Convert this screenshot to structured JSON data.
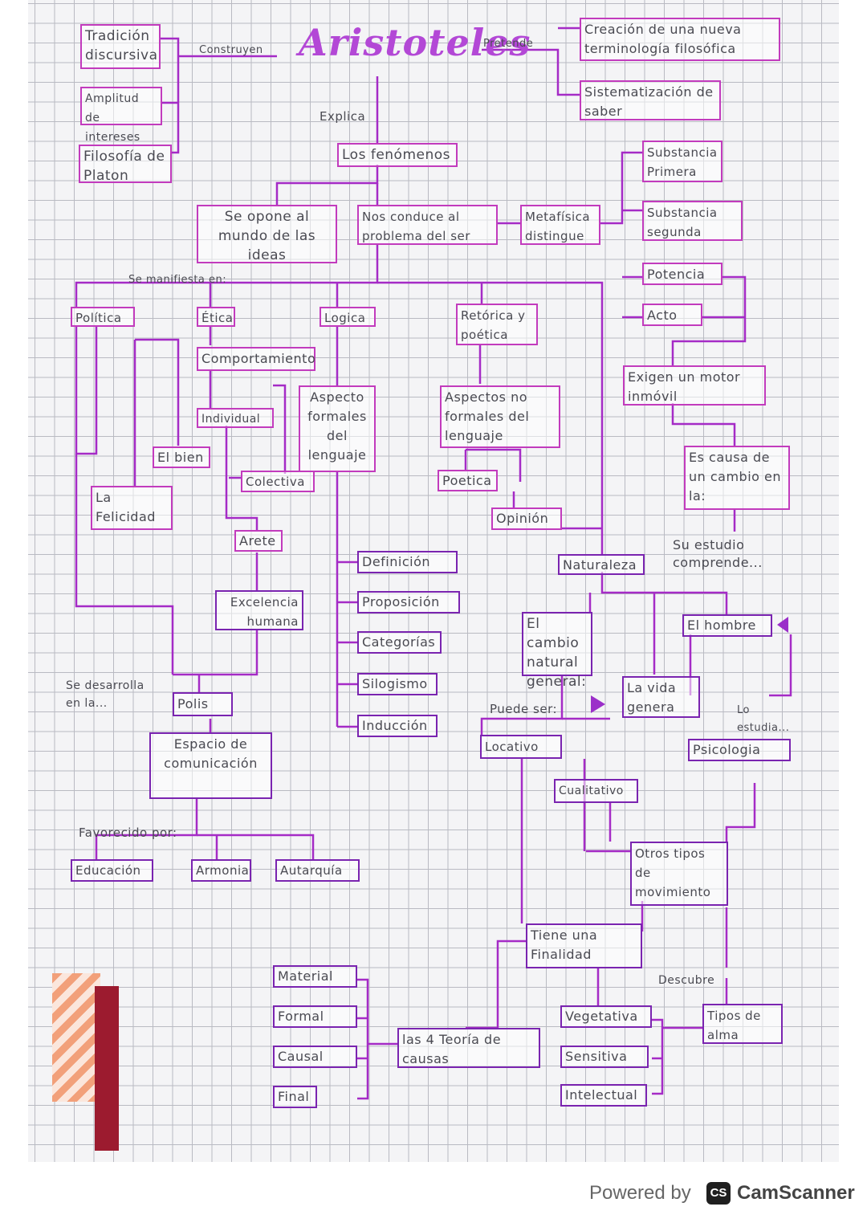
{
  "title": "Aristoteles",
  "labels": {
    "construyen": "Construyen",
    "pretende": "Pretende",
    "explica": "Explica",
    "se_manifiesta": "Se manifiesta en:",
    "se_desarrolla": "Se desarrolla en la...",
    "favorecido_por": "Favorecido por:",
    "puede_ser": "Puede ser:",
    "su_estudio": "Su estudio comprende...",
    "lo_estudia": "Lo estudia...",
    "descubre": "Descubre"
  },
  "nodes": {
    "tradicion": "Tradición discursiva",
    "amplitud": "Amplitud de intereses",
    "filosofia_platon": "Filosofía de Platon",
    "creacion": "Creación de una nueva terminología filosófica",
    "sistematizacion": "Sistematización de saber",
    "fenomenos": "Los fenómenos",
    "se_opone": "Se opone al mundo de las ideas",
    "nos_conduce": "Nos conduce al problema del ser",
    "metafisica": "Metafísica distingue",
    "substancia_primera": "Substancia Primera",
    "substancia_segunda": "Substancia segunda",
    "potencia": "Potencia",
    "acto": "Acto",
    "motor": "Exigen un motor inmóvil",
    "causa": "Es causa de un cambio en la:",
    "politica": "Política",
    "etica": "Ética",
    "logica": "Logica",
    "retorica": "Retórica y poética",
    "comportamiento": "Comportamiento",
    "individual": "Individual",
    "aspecto": "Aspecto formales del lenguaje",
    "aspectos_no": "Aspectos no formales del lenguaje",
    "el_bien": "El bien",
    "colectiva": "Colectiva",
    "poetica": "Poetica",
    "felicidad": "La Felicidad",
    "opinion": "Opinión",
    "arete": "Arete",
    "definicion": "Definición",
    "proposicion": "Proposición",
    "categorias": "Categorías",
    "silogismo": "Silogismo",
    "induccion": "Inducción",
    "excelencia": "Excelencia humana",
    "naturaleza": "Naturaleza",
    "cambio": "El cambio natural general:",
    "hombre": "El hombre",
    "vida": "La vida genera",
    "psicologia": "Psicologia",
    "polis": "Polis",
    "espacio": "Espacio de comunicación",
    "locativo": "Locativo",
    "cualitativo": "Cualitativo",
    "otros": "Otros tipos de movimiento",
    "educacion": "Educación",
    "armonia": "Armonia",
    "autarquia": "Autarquía",
    "finalidad": "Tiene una Finalidad",
    "material": "Material",
    "formal": "Formal",
    "causal": "Causal",
    "final": "Final",
    "teoria": "las 4 Teoría de causas",
    "vegetativa": "Vegetativa",
    "sensitiva": "Sensitiva",
    "intelectual": "Intelectual",
    "tipos_alma": "Tipos de alma"
  },
  "footer": {
    "powered": "Powered by",
    "logo": "CS",
    "brand": "CamScanner"
  },
  "colors": {
    "pink": "#c23bbd",
    "purple": "#7a24b0",
    "title": "#b348d6"
  }
}
